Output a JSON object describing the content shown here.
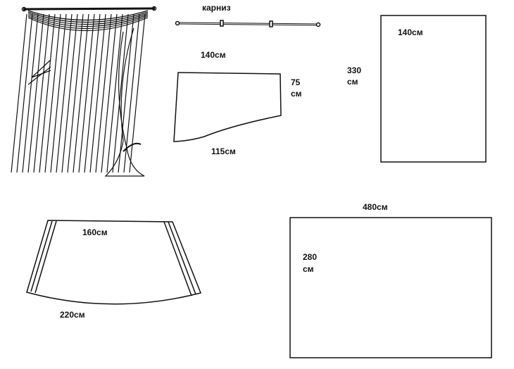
{
  "labels": {
    "rod": "карниз",
    "valance_top": "140см",
    "valance_side": [
      "75",
      "см"
    ],
    "valance_bottom": "115см",
    "panel_width": "140см",
    "panel_height": [
      "330",
      "см"
    ],
    "swag_top": "160см",
    "swag_bottom": "220см",
    "drape_width": "480см",
    "drape_height": [
      "280",
      "см"
    ]
  }
}
